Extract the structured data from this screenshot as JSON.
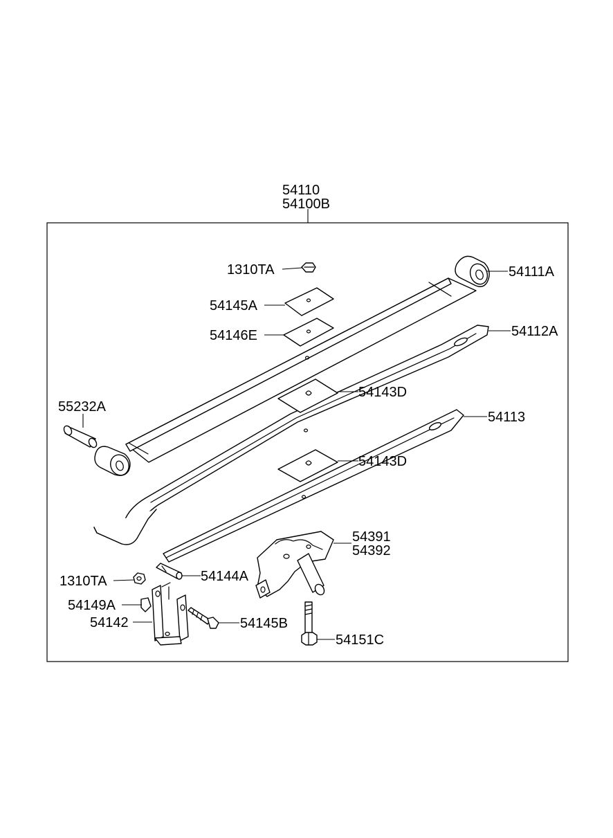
{
  "assembly": {
    "part_number": "54110",
    "alt_number": "54100B"
  },
  "callouts": {
    "nut_top": "1310TA",
    "main_leaf": "54111A",
    "plate_upper": "54145A",
    "pad_upper": "54146E",
    "second_leaf": "54112A",
    "pad_second": "54143D",
    "bushing": "55232A",
    "third_leaf": "54113",
    "pad_third": "54143D",
    "spring_seat_left": "54391",
    "spring_seat_right": "54392",
    "nut_shackle": "1310TA",
    "shackle_bushing": "54144A",
    "shackle_clip": "54149A",
    "shackle": "54142",
    "shackle_bolt": "54145B",
    "center_bolt": "54151C"
  }
}
